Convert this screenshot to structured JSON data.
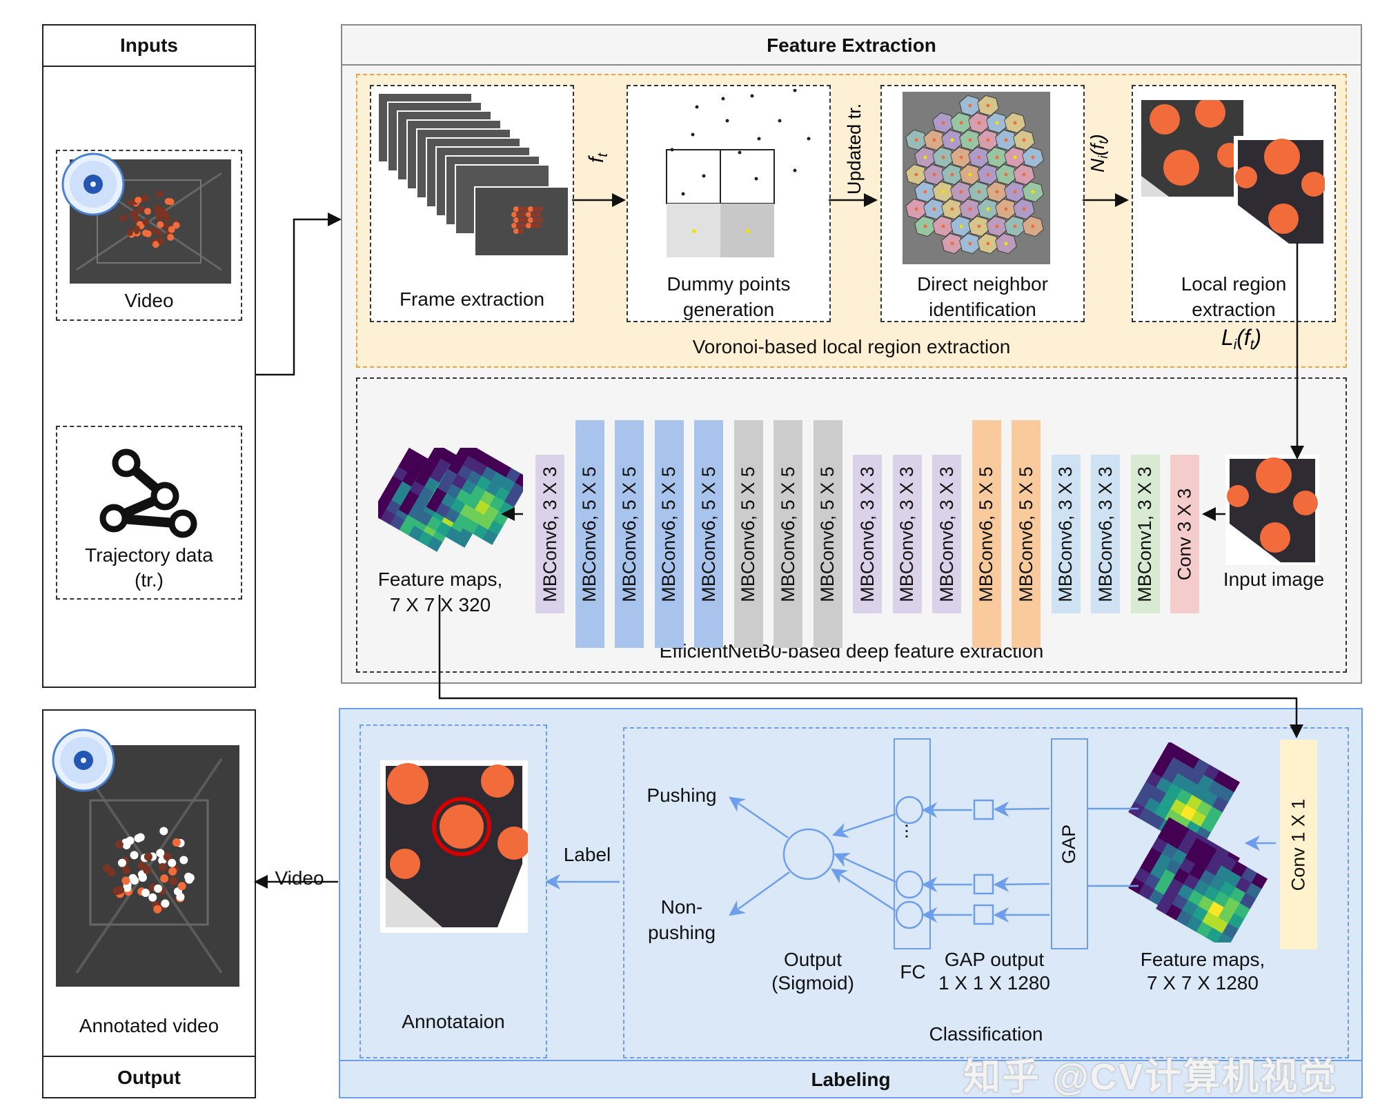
{
  "inputs": {
    "title": "Inputs",
    "video_label": "Video",
    "trajectory_label": "Trajectory data\n(tr.)"
  },
  "output": {
    "title": "Output",
    "annotated_label": "Annotated video"
  },
  "feature_extraction": {
    "title": "Feature Extraction",
    "voronoi": {
      "caption": "Voronoi-based local region extraction",
      "frame_label": "Frame extraction",
      "dummy_label": "Dummy points\ngeneration",
      "neighbor_label": "Direct neighbor\nidentification",
      "local_label": "Local region\nextraction",
      "edge_ft": "f",
      "edge_ft_sub": "t",
      "edge_updated": "Updated tr.",
      "edge_neighbors": "N",
      "edge_neighbors_args": "(f",
      "edge_local": "L",
      "edge_local_args": "(f"
    },
    "efficientnet": {
      "caption": "EfficientNetB0-based deep feature extraction",
      "feature_maps_label": "Feature maps,\n7 X 7 X 320",
      "input_label": "Input image",
      "layers": [
        {
          "label": "MBConv6, 3 X 3",
          "color": "#d9d2e9"
        },
        {
          "label": "MBConv6, 5 X 5",
          "color": "#a8c4ec"
        },
        {
          "label": "MBConv6, 5 X 5",
          "color": "#a8c4ec"
        },
        {
          "label": "MBConv6, 5 X 5",
          "color": "#a8c4ec"
        },
        {
          "label": "MBConv6, 5 X 5",
          "color": "#a8c4ec"
        },
        {
          "label": "MBConv6, 5 X 5",
          "color": "#cccccc"
        },
        {
          "label": "MBConv6, 5 X 5",
          "color": "#cccccc"
        },
        {
          "label": "MBConv6, 5 X 5",
          "color": "#cccccc"
        },
        {
          "label": "MBConv6, 3 X 3",
          "color": "#d9d2e9"
        },
        {
          "label": "MBConv6, 3 X 3",
          "color": "#d9d2e9"
        },
        {
          "label": "MBConv6, 3 X 3",
          "color": "#d9d2e9"
        },
        {
          "label": "MBConv6, 5 X 5",
          "color": "#f9cb9c"
        },
        {
          "label": "MBConv6, 5 X 5",
          "color": "#f9cb9c"
        },
        {
          "label": "MBConv6, 3 X 3",
          "color": "#cfe2f3"
        },
        {
          "label": "MBConv6, 3 X 3",
          "color": "#cfe2f3"
        },
        {
          "label": "MBConv1, 3 X 3",
          "color": "#d9ead3"
        },
        {
          "label": "Conv 3 X 3",
          "color": "#f4cccc"
        }
      ]
    }
  },
  "labeling": {
    "title": "Labeling",
    "annotation_label": "Annotataion",
    "classification_caption": "Classification",
    "label_text": "Label",
    "video_text": "Video",
    "pushing": "Pushing",
    "non_pushing": "Non-\npushing",
    "output_label": "Output\n(Sigmoid)",
    "fc_label": "FC",
    "gap_label": "GAP",
    "gap_output_label": "GAP output\n1 X 1 X 1280",
    "feature_maps_label": "Feature maps,\n7 X 7 X 1280",
    "conv_label": "Conv 1 X 1",
    "dots": "..."
  },
  "watermark": "知乎 @CV计算机视觉",
  "colors": {
    "voronoi_bg": "#fdf0d5",
    "labeling_bg": "#dbe8f8",
    "labeling_border": "#6d9eeb",
    "conv1x1": "#fff2cc",
    "arrow_blue": "#6d9eeb",
    "orange": "#f26b3a"
  }
}
